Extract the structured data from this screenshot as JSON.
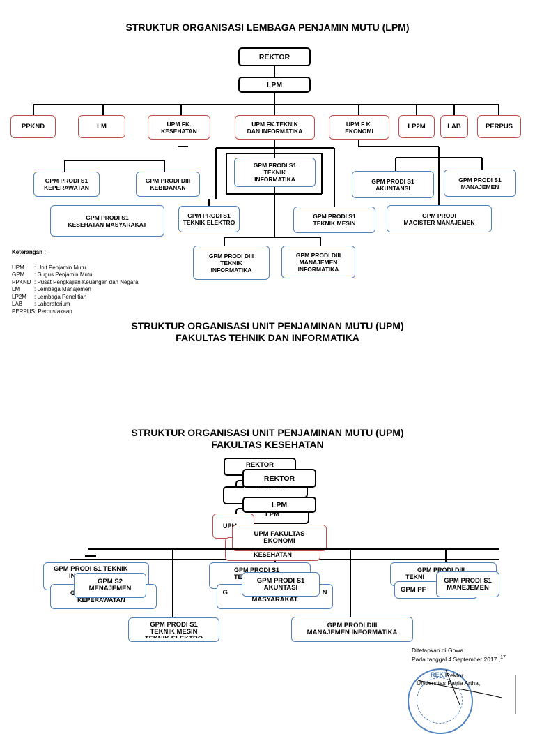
{
  "titles": {
    "lpm": "STRUKTUR ORGANISASI LEMBAGA PENJAMIN MUTU (LPM)",
    "upm_ft_1": "STRUKTUR ORGANISASI UNIT PENJAMINAN MUTU (UPM)",
    "upm_ft_2": "FAKULTAS TEHNIK DAN INFORMATIKA",
    "upm_fk_1": "STRUKTUR ORGANISASI UNIT PENJAMINAN MUTU (UPM)",
    "upm_fk_2": "FAKULTAS KESEHATAN"
  },
  "chart1": {
    "rektor": "REKTOR",
    "lpm": "LPM",
    "ppknd": "PPKND",
    "lm": "LM",
    "upm_kes_1": "UPM FK.",
    "upm_kes_2": "KESEHATAN",
    "upm_tek_1": "UPM FK.TEKNIK",
    "upm_tek_2": "DAN INFORMATIKA",
    "upm_eko_1": "UPM F K.",
    "upm_eko_2": "EKONOMI",
    "lp2m": "LP2M",
    "lab": "LAB",
    "perpus": "PERPUS",
    "gpm_kep_1": "GPM PRODI S1",
    "gpm_kep_2": "KEPERAWATAN",
    "gpm_keb_1": "GPM PRODI DIII",
    "gpm_keb_2": "KEBIDANAN",
    "gpm_ti_1": "GPM PRODI S1",
    "gpm_ti_2": "TEKNIK",
    "gpm_ti_3": "INFORMATIKA",
    "gpm_akt_1": "GPM PRODI S1",
    "gpm_akt_2": "AKUNTANSI",
    "gpm_man_1": "GPM PRODI S1",
    "gpm_man_2": "MANAJEMEN",
    "gpm_kesmas_1": "GPM PRODI S1",
    "gpm_kesmas_2": "KESEHATAN MASYARAKAT",
    "gpm_te_1": "GPM PRODI S1",
    "gpm_te_2": "TEKNIK ELEKTRO",
    "gpm_tm_1": "GPM PRODI S1",
    "gpm_tm_2": "TEKNIK MESIN",
    "gpm_mm_1": "GPM PRODI",
    "gpm_mm_2": "MAGISTER MANAJEMEN",
    "gpm_d3ti_1": "GPM PRODI DIII",
    "gpm_d3ti_2": "TEKNIK",
    "gpm_d3ti_3": "INFORMATIKA",
    "gpm_d3mi_1": "GPM PRODI DIII",
    "gpm_d3mi_2": "MANAJEMEN",
    "gpm_d3mi_3": "INFORMATIKA"
  },
  "legend": {
    "heading": "Keterangan :",
    "items": [
      {
        "key": "UPM",
        "desc": ": Unit Penjamin Mutu"
      },
      {
        "key": "GPM",
        "desc": ": Gugus Penjamin Mutu"
      },
      {
        "key": "PPKND",
        "desc": ": Pusat Pengkajian Keuangan dan Negara"
      },
      {
        "key": "LM",
        "desc": ": Lembaga Manajemen"
      },
      {
        "key": "LP2M",
        "desc": ": Lembaga Penelitian"
      },
      {
        "key": "LAB",
        "desc": ": Laboratorium"
      },
      {
        "key": "PERPUS",
        "desc": ": Perpustakaan"
      }
    ]
  },
  "chart3": {
    "rektor_back": "REKTOR",
    "rektor_mid": "REKTOR",
    "rektor_front": "REKTOR",
    "lpm_back": "LPM",
    "lpm_front": "LPM",
    "upm_back": "UPM",
    "upm_kes_back": "KESEHATAN",
    "upm_eko_1": "UPM FAKULTAS",
    "upm_eko_2": "EKONOMI",
    "gpm_ti_back_1": "GPM PRODI S1 TEKNIK",
    "gpm_ti_back_2": "IN",
    "gpm_s2_1": "GPM S2",
    "gpm_s2_2": "MENAJEMEN",
    "gpm_kep_back_1": "G",
    "gpm_kep_back_2": "KEPERAWATAN",
    "gpm_mid_back_1": "GPM PRODI S1",
    "gpm_mid_back_2": "TE",
    "gpm_akt_1": "GPM PRODI S1",
    "gpm_akt_2": "AKUNTASI",
    "gpm_masy_back_1": "G",
    "gpm_masy_back_2": "N",
    "gpm_masy_back_3": "MASYARAKAT",
    "gpm_d3_back_1": "GPM PRODI DIII",
    "gpm_d3_back_2": "TEKNI",
    "gpm_d3_back_3": "GPM PF",
    "gpm_man_1": "GPM PRODI S1",
    "gpm_man_2": "MANEJEMEN",
    "gpm_tm_1": "GPM PRODI S1",
    "gpm_tm_2": "TEKNIK MESIN",
    "gpm_tm_3": "TEKNIK ELEKTRO",
    "gpm_d3mi_1": "GPM PRODI DIII",
    "gpm_d3mi_2": "MANAJEMEN INFORMATIKA"
  },
  "signature": {
    "place": "Ditetapkan di Gowa",
    "date": "Pada tanggal 4 September 2017 ,",
    "date_sup": "17",
    "role": "Rektor",
    "institution": "Universitas Patria Artha,",
    "seal_text": "REKT"
  }
}
